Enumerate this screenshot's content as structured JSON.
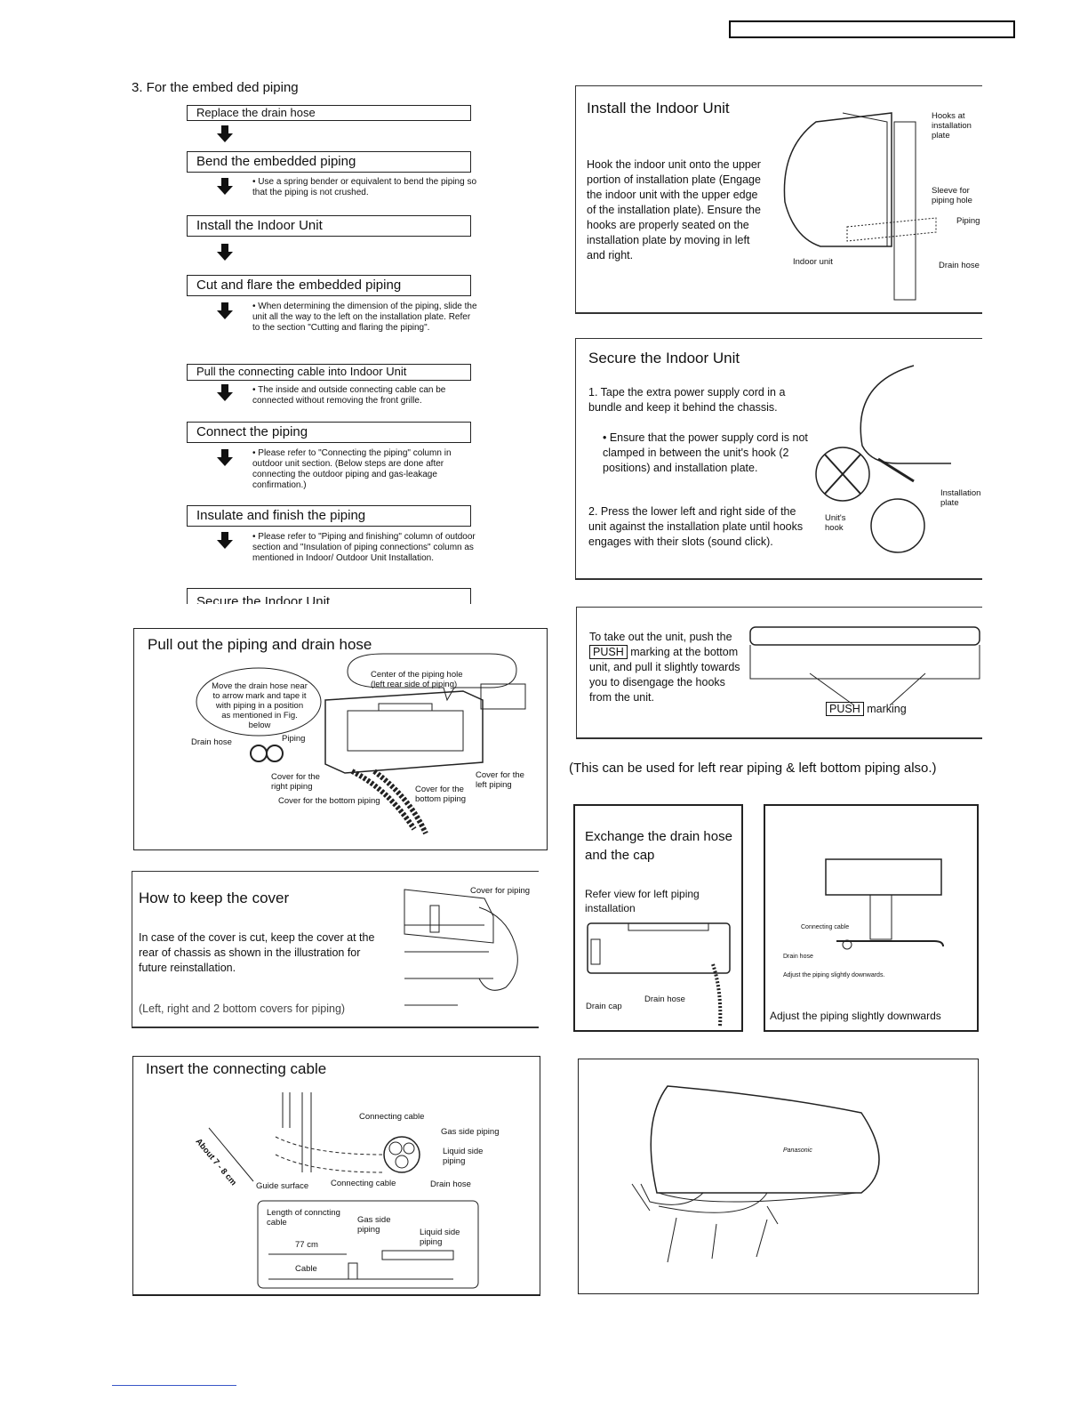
{
  "header": {
    "model_box": ""
  },
  "section_title": "3. For the embed ded piping",
  "flow": [
    {
      "title": "Replace the drain hose",
      "note": ""
    },
    {
      "title": "Bend the embedded piping",
      "note": "• Use a spring bender or equivalent to bend the piping so that the piping is not crushed."
    },
    {
      "title": "Install the Indoor Unit",
      "note": ""
    },
    {
      "title": "Cut and flare the embedded piping",
      "note": "• When determining the dimension of the piping, slide the unit all the way to the left on the installation plate. Refer to the section \"Cutting and flaring the piping\"."
    },
    {
      "title": "Pull the connecting cable into Indoor Unit",
      "note": "• The inside and outside connecting cable can be connected without removing the front grille."
    },
    {
      "title": "Connect the piping",
      "note": "• Please refer to \"Connecting the piping\" column in outdoor unit section. (Below steps are done after connecting the outdoor piping and gas-leakage confirmation.)"
    },
    {
      "title": "Insulate and finish the piping",
      "note": "• Please refer to \"Piping and finishing\" column of outdoor section and \"Insulation of piping connections\" column as mentioned in Indoor/ Outdoor Unit Installation."
    },
    {
      "title": "Secure the Indoor Unit",
      "note": ""
    }
  ],
  "pull_out": {
    "title": "Pull out the piping and drain hose",
    "callout_left": "Move the drain hose near to arrow mark and tape it with piping in a position as mentioned in Fig. below",
    "callout_right": "Center of the piping hole (left rear side of piping)",
    "drain_hose": "Drain hose",
    "piping": "Piping",
    "cover_right": "Cover for the right piping",
    "cover_bottom": "Cover for the bottom piping",
    "cover_bottom2": "Cover for the bottom piping",
    "cover_left": "Cover for the left piping"
  },
  "keep_cover": {
    "title": "How to keep the cover",
    "text": "In case of the cover is cut, keep the cover at the rear of chassis as shown in the illustration for future reinstallation.",
    "note": "(Left, right and 2 bottom covers for piping)",
    "label": "Cover for piping"
  },
  "insert_cable": {
    "title": "Insert the connecting cable",
    "about": "About 7 - 8 cm",
    "guide": "Guide surface",
    "conn_cable_top": "Connecting cable",
    "gas_side": "Gas side piping",
    "liquid_side": "Liquid side piping",
    "conn_cable_bottom": "Connecting cable",
    "drain": "Drain hose",
    "length_label": "Length of conncting cable",
    "length_value": "77 cm",
    "cable": "Cable",
    "gas_side2": "Gas side piping",
    "liquid_side2": "Liquid side piping"
  },
  "install_indoor": {
    "title": "Install the Indoor Unit",
    "text": "Hook the indoor unit onto the upper portion of installation plate (Engage the indoor unit with the upper edge of the installation plate). Ensure the hooks are properly seated on the installation plate by moving in left and right.",
    "hooks": "Hooks at installation plate",
    "sleeve": "Sleeve for piping hole",
    "piping": "Piping",
    "indoor": "Indoor unit",
    "drain": "Drain hose"
  },
  "secure_indoor": {
    "title": "Secure the Indoor Unit",
    "step1": "1. Tape the extra power supply cord in a bundle and keep it behind the chassis.",
    "bullet": "• Ensure that the power supply cord is not clamped in between the unit's hook (2 positions) and installation plate.",
    "step2": "2. Press the lower left and right side of the unit against the installation plate until hooks engages with their slots (sound click).",
    "unit_hook": "Unit's hook",
    "plate": "Installation plate"
  },
  "take_out": {
    "text_a": "To take out the unit, push the",
    "push": "PUSH",
    "text_b": "marking at the bottom unit, and pull it slightly towards you to disengage the hooks from the unit.",
    "push2": "PUSH",
    "marking": "marking"
  },
  "usage_note": "(This can be used for left rear piping & left bottom piping also.)",
  "exchange": {
    "title": "Exchange the drain hose and the cap",
    "sub": "Refer view for left piping installation",
    "drain_cap": "Drain cap",
    "drain_hose": "Drain hose"
  },
  "adjust": {
    "conn": "Connecting cable",
    "drain": "Drain hose",
    "tiny": "Adjust the piping slightly downwards.",
    "caption": "Adjust the piping slightly downwards"
  },
  "unit_brand": "Panasonic"
}
